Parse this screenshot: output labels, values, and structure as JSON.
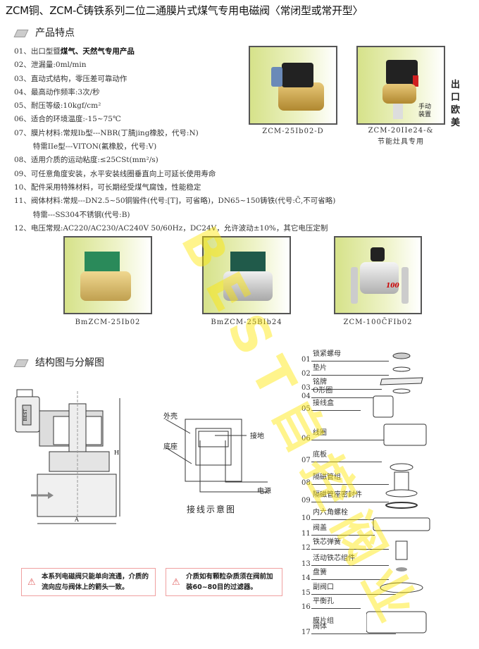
{
  "title": "ZCM铜、ZCM-C̄铸铁系列二位二通膜片式煤气专用电磁阀〈常闭型或常开型〉",
  "section1": "产品特点",
  "features": [
    "01、出口型暨",
    "煤气、天然气专用产品",
    "02、泄漏量:0ml/min",
    "03、直动式结构，零压差可靠动作",
    "04、最高动作频率:3次/秒",
    "05、耐压等级:10kgf/cm²",
    "06、适合的环境温度:-15~75℃",
    "07、膜片材料:常规Ib型---NBR(丁腈jing橡胶，代号:N)",
    "        特需IIe型---VITON(氟橡胶，代号:V)",
    "08、适用介质的运动粘度:≤25CSt(mm²/s)",
    "09、可任意角度安装，水平安装线圈垂直向上可延长使用寿命",
    "10、配件采用特殊材料，可长期经受煤气腐蚀，性能稳定",
    "11、阀体材料:常规---DN2.5~50铜锻件(代号:[T]，可省略)，DN65~150铸铁(代号:C̄,不可省略)",
    "        特需---SS304不锈钢(代号:B)",
    "12、电压常规:AC220/AC230/AC240V  50/60Hz，DC24V，允许波动±10%，其它电压定制"
  ],
  "photos": [
    {
      "caption": "ZCM-25Ib02-D"
    },
    {
      "caption": "ZCM-20IIe24-&",
      "caption2": "节能灶具专用",
      "annotation": "手动装置"
    },
    {
      "caption": "BmZCM-25Ib02"
    },
    {
      "caption": "BmZCM-25BIb24"
    },
    {
      "caption": "ZCM-100C̄FIb02",
      "badge": "100"
    }
  ],
  "export_label": "出口欧美",
  "section2": "结构图与分解图",
  "diagram": {
    "dim_a": "A",
    "dim_h": "H",
    "coil_brand": "BEST"
  },
  "wiring": {
    "shell": "外壳",
    "base": "底座",
    "ground": "接地",
    "power": "电源",
    "caption": "接线示意图"
  },
  "parts": [
    {
      "num": "01",
      "label": "锁紧螺母"
    },
    {
      "num": "02",
      "label": "垫片"
    },
    {
      "num": "03",
      "label": "铭牌"
    },
    {
      "num": "04",
      "label": "O形圈"
    },
    {
      "num": "05",
      "label": "接线盒"
    },
    {
      "num": "06",
      "label": "线圈"
    },
    {
      "num": "07",
      "label": "底板"
    },
    {
      "num": "08",
      "label": "隔磁管组"
    },
    {
      "num": "09",
      "label": "隔磁管座密封件"
    },
    {
      "num": "10",
      "label": "内六角螺栓"
    },
    {
      "num": "11",
      "label": "阀盖"
    },
    {
      "num": "12",
      "label": "铁芯弹簧"
    },
    {
      "num": "13",
      "label": "活动铁芯组件"
    },
    {
      "num": "14",
      "label": "盘簧"
    },
    {
      "num": "15",
      "label": "副阀口"
    },
    {
      "num": "16",
      "label": "平衡孔"
    },
    {
      "num": "",
      "label": "膜片组"
    },
    {
      "num": "17",
      "label": "阀体"
    }
  ],
  "warnings": [
    "本系列电磁阀只能单向流通，介质的流向应与阀体上的箭头一致。",
    "介质如有颗粒杂质须在阀前加装60~80目的过滤器。"
  ],
  "watermark": "BEST自控阀业",
  "colors": {
    "photo_bg": "#d6e28a",
    "watermark": "#ffe600",
    "warn_border": "#f0a0a0"
  }
}
